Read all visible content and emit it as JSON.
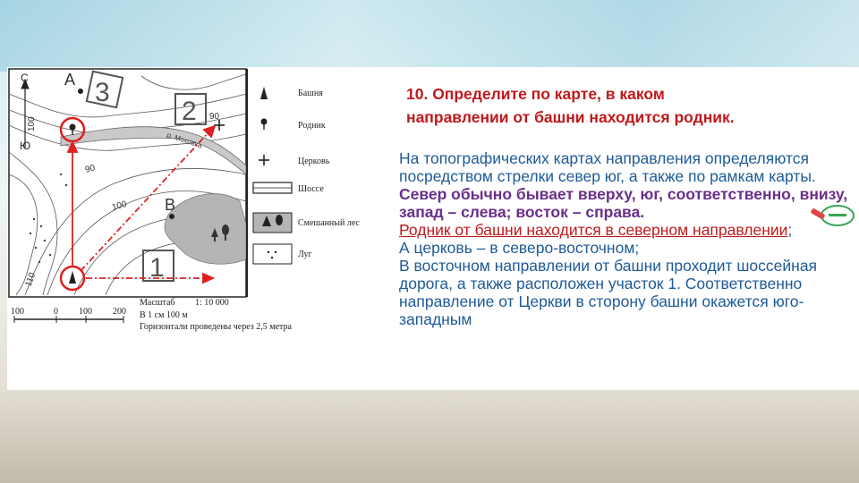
{
  "map": {
    "scale_title": "Масштаб",
    "scale_ratio": "1: 10 000",
    "scale_line": "В 1 см 100 м",
    "contour_note": "Горизонтали проведены через 2,5 метра",
    "scale_ticks": [
      "100",
      "0",
      "100",
      "200"
    ],
    "north_label": "С",
    "south_label": "Ю",
    "point_a": "А",
    "point_b": "В",
    "squares": [
      "3",
      "2",
      "1"
    ],
    "contour_labels": [
      "100",
      "90",
      "90",
      "100",
      "110"
    ],
    "river_label": "р. Моховка",
    "legend": [
      {
        "icon": "tower-icon",
        "label": "Башня"
      },
      {
        "icon": "spring-icon",
        "label": "Родник"
      },
      {
        "icon": "church-icon",
        "label": "Церковь"
      },
      {
        "icon": "highway-icon",
        "label": "Шоссе"
      },
      {
        "icon": "mixed-forest-icon",
        "label": "Смешанный лес"
      },
      {
        "icon": "meadow-icon",
        "label": "Луг"
      }
    ]
  },
  "question": {
    "title_line1": "10. Определите по карте, в каком",
    "title_line2": "направлении от башни находится родник."
  },
  "answer": {
    "intro": "На топографических картах направления определяются посредством стрелки север юг, а также по рамкам карты.",
    "highlight": "Север обычно бывает вверху, юг, соответственно, внизу, запад – слева; восток – справа",
    "highlight_end": ".",
    "spring_answer": "Родник от башни находится в северном направлении",
    "semicolon": ";",
    "church_answer": "А церковь – в северо-восточном;",
    "east_answer": "В восточном направлении от башни проходит шоссейная дорога, а также расположен участок 1. Соответственно направление от Церкви в сторону башни окажется юго-западным"
  },
  "colors": {
    "title": "#c0191c",
    "body": "#1f5a97",
    "highlight": "#6a2f8a",
    "arrows": "#e02020"
  }
}
